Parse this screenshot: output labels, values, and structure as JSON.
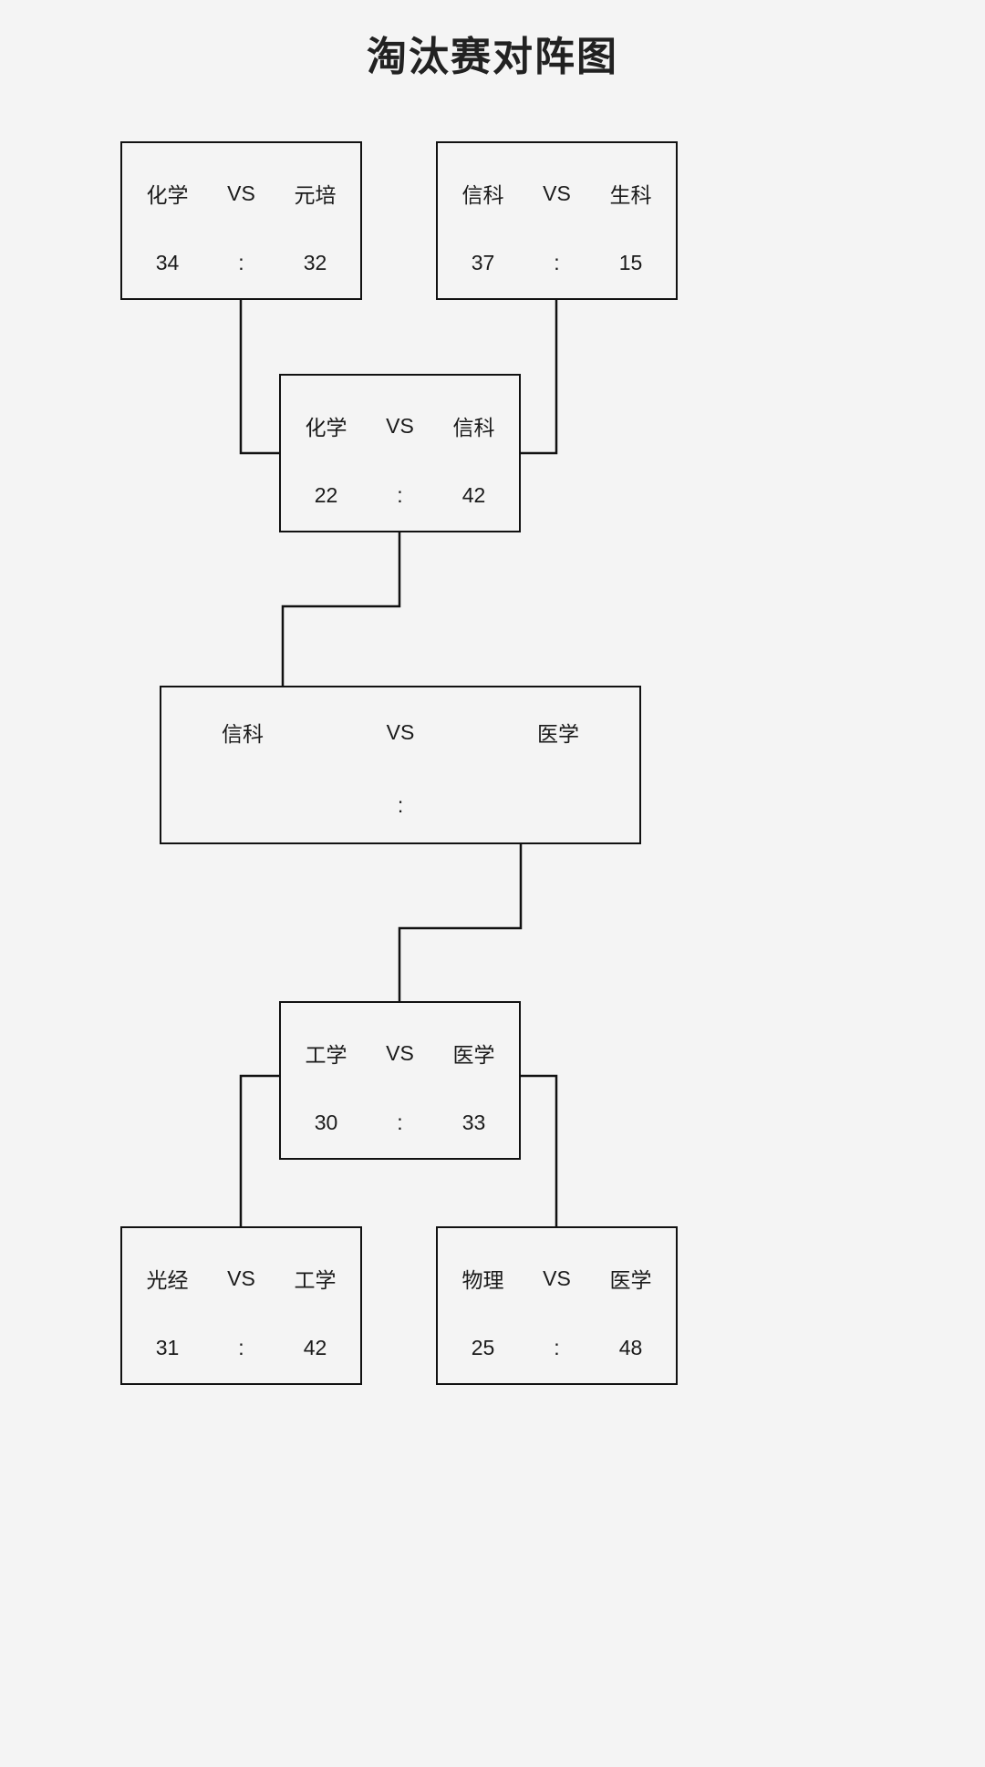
{
  "title": "淘汰赛对阵图",
  "labels": {
    "vs": "VS",
    "colon": ":"
  },
  "chart_data": {
    "type": "diagram",
    "title": "淘汰赛对阵图",
    "rounds": [
      {
        "round": "quarterfinal-upper",
        "matches": [
          {
            "team_left": "化学",
            "team_right": "元培",
            "score_left": "34",
            "score_right": "32",
            "winner": "化学"
          },
          {
            "team_left": "信科",
            "team_right": "生科",
            "score_left": "37",
            "score_right": "15",
            "winner": "信科"
          }
        ]
      },
      {
        "round": "semifinal-upper",
        "matches": [
          {
            "team_left": "化学",
            "team_right": "信科",
            "score_left": "22",
            "score_right": "42",
            "winner": "信科"
          }
        ]
      },
      {
        "round": "final",
        "matches": [
          {
            "team_left": "信科",
            "team_right": "医学",
            "score_left": "",
            "score_right": "",
            "winner": ""
          }
        ]
      },
      {
        "round": "semifinal-lower",
        "matches": [
          {
            "team_left": "工学",
            "team_right": "医学",
            "score_left": "30",
            "score_right": "33",
            "winner": "医学"
          }
        ]
      },
      {
        "round": "quarterfinal-lower",
        "matches": [
          {
            "team_left": "光经",
            "team_right": "工学",
            "score_left": "31",
            "score_right": "42",
            "winner": "工学"
          },
          {
            "team_left": "物理",
            "team_right": "医学",
            "score_left": "25",
            "score_right": "48",
            "winner": "医学"
          }
        ]
      }
    ]
  },
  "matches": {
    "qf1": {
      "team_left": "化学",
      "team_right": "元培",
      "score_left": "34",
      "score_right": "32"
    },
    "qf2": {
      "team_left": "信科",
      "team_right": "生科",
      "score_left": "37",
      "score_right": "15"
    },
    "sf1": {
      "team_left": "化学",
      "team_right": "信科",
      "score_left": "22",
      "score_right": "42"
    },
    "final": {
      "team_left": "信科",
      "team_right": "医学",
      "score_left": "",
      "score_right": ""
    },
    "sf2": {
      "team_left": "工学",
      "team_right": "医学",
      "score_left": "30",
      "score_right": "33"
    },
    "qf3": {
      "team_left": "光经",
      "team_right": "工学",
      "score_left": "31",
      "score_right": "42"
    },
    "qf4": {
      "team_left": "物理",
      "team_right": "医学",
      "score_left": "25",
      "score_right": "48"
    }
  },
  "colors": {
    "background": "#f4f4f4",
    "box_border": "#111111",
    "text": "#1a1a1a",
    "connector": "#111111"
  }
}
